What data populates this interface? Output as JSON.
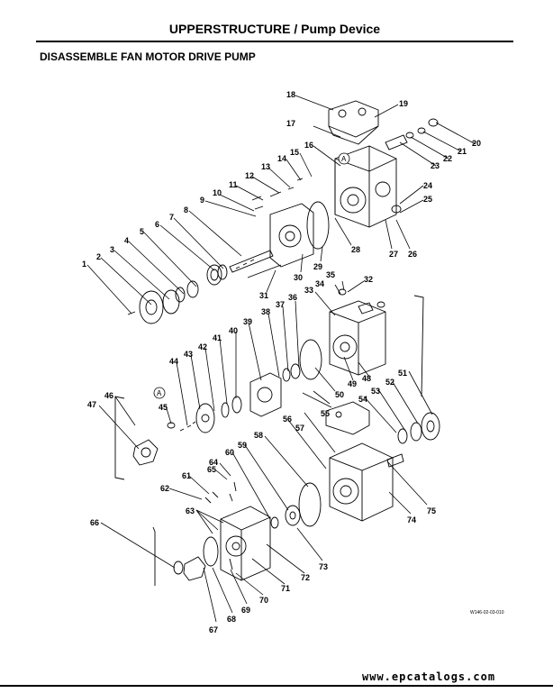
{
  "header": {
    "title": "UPPERSTRUCTURE / Pump Device"
  },
  "section": {
    "title": "DISASSEMBLE FAN MOTOR DRIVE PUMP"
  },
  "figure": {
    "code": "W146-02-03-010",
    "reference_mark": "A",
    "callouts": [
      "1",
      "2",
      "3",
      "4",
      "5",
      "6",
      "7",
      "8",
      "9",
      "10",
      "11",
      "12",
      "13",
      "14",
      "15",
      "16",
      "17",
      "18",
      "19",
      "20",
      "21",
      "22",
      "23",
      "24",
      "25",
      "26",
      "27",
      "28",
      "29",
      "30",
      "31",
      "32",
      "33",
      "34",
      "35",
      "36",
      "37",
      "38",
      "39",
      "40",
      "41",
      "42",
      "43",
      "44",
      "45",
      "46",
      "47",
      "48",
      "49",
      "50",
      "51",
      "52",
      "53",
      "54",
      "55",
      "56",
      "57",
      "58",
      "59",
      "60",
      "61",
      "62",
      "63",
      "64",
      "65",
      "66",
      "67",
      "68",
      "69",
      "70",
      "71",
      "72",
      "73",
      "74",
      "75"
    ]
  },
  "footer": {
    "watermark": "www.epcatalogs.com"
  }
}
